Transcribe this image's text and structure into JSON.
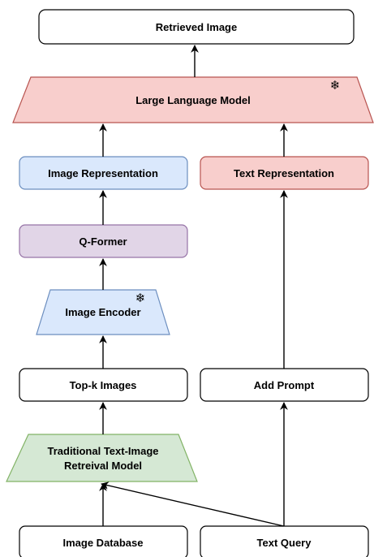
{
  "nodes": {
    "retrieved_image": "Retrieved Image",
    "llm": "Large Language Model",
    "image_representation": "Image Representation",
    "text_representation": "Text Representation",
    "q_former": "Q-Former",
    "image_encoder": "Image Encoder",
    "top_k_images": "Top-k Images",
    "add_prompt": "Add Prompt",
    "retrieval_model_line1": "Traditional Text-Image",
    "retrieval_model_line2": "Retreival Model",
    "image_database": "Image Database",
    "text_query": "Text Query"
  },
  "frozen_marker": "❄",
  "colors": {
    "white": "#ffffff",
    "blue_fill": "#dae8fc",
    "blue_stroke": "#6c8ebf",
    "red_fill": "#f8cecc",
    "red_stroke": "#b85450",
    "purple_fill": "#e1d5e7",
    "purple_stroke": "#9673a6",
    "green_fill": "#d5e8d4",
    "green_stroke": "#82b366",
    "black": "#000000"
  }
}
